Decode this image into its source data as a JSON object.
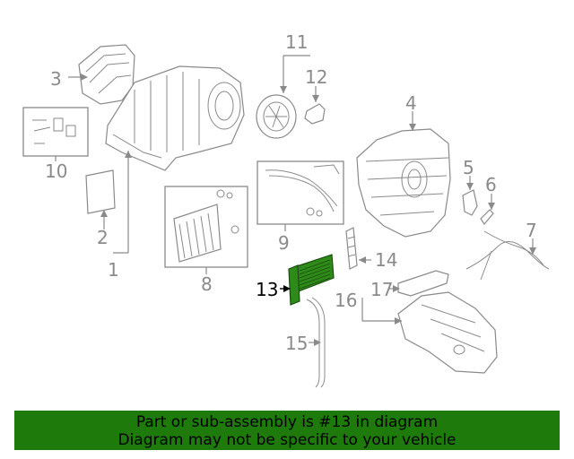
{
  "callouts": {
    "c1": "1",
    "c2": "2",
    "c3": "3",
    "c4": "4",
    "c5": "5",
    "c6": "6",
    "c7": "7",
    "c8": "8",
    "c9": "9",
    "c10": "10",
    "c11": "11",
    "c12": "12",
    "c13": "13",
    "c14": "14",
    "c15": "15",
    "c16": "16",
    "c17": "17"
  },
  "highlight": {
    "part": "13",
    "color": "#1f7a0c"
  },
  "banner": {
    "line1": "Part or sub-assembly is #13 in diagram",
    "line2": "Diagram may not be specific to your vehicle",
    "background": "#1f7a0c"
  }
}
